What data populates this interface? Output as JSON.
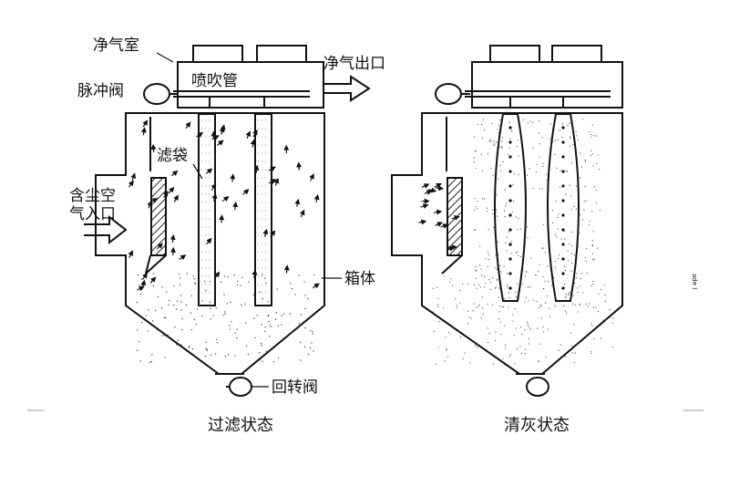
{
  "labels": {
    "clean_air_chamber": "净气室",
    "pulse_valve": "脉冲阀",
    "blow_pipe": "喷吹管",
    "clean_air_outlet": "净气出口",
    "filter_bag": "滤袋",
    "dusty_air_inlet_line1": "含尘空",
    "dusty_air_inlet_line2": "气入口",
    "housing": "箱体",
    "rotary_valve": "回转阀"
  },
  "captions": {
    "filtering": "过滤状态",
    "cleaning": "清灰状态"
  },
  "side_mark": "ade l",
  "colors": {
    "ink": "#111111",
    "hatch": "#222222",
    "dust": "#444444"
  }
}
